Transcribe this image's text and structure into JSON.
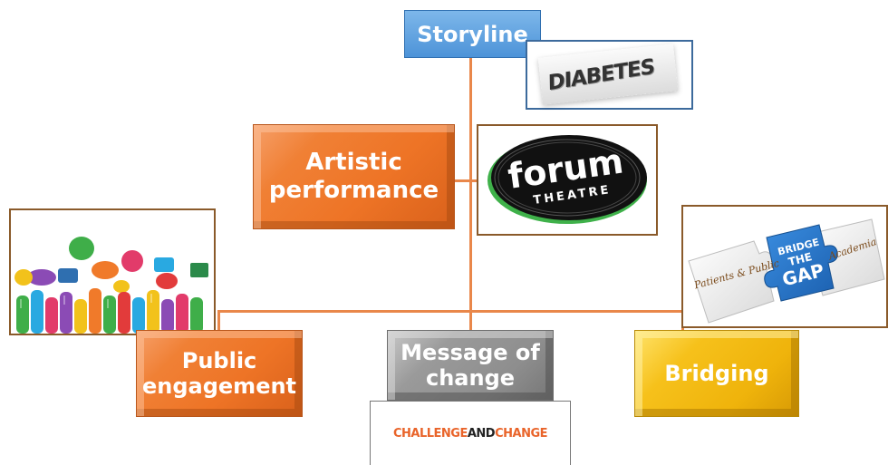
{
  "nodes": {
    "root": "Storyline",
    "artistic": "Artistic performance",
    "public": "Public engagement",
    "message": "Message of change",
    "bridging": "Bridging"
  },
  "images": {
    "diabetes_text": "DIABETES",
    "forum_word": "forum",
    "theatre_word": "THEATRE",
    "puzzle_left": "Patients & Public",
    "puzzle_center_1": "BRIDGE",
    "puzzle_center_2": "THE",
    "puzzle_center_3": "GAP",
    "puzzle_right": "Academia",
    "challenge_part1": "CHALLENGE",
    "challenge_part2": "AND",
    "challenge_part3": "CHANGE"
  },
  "colors": {
    "connector": "#e9874a",
    "orange": "#f0772a",
    "grey": "#8e8e8e",
    "yellow": "#f2b90f",
    "blue": "#4d93d8"
  }
}
